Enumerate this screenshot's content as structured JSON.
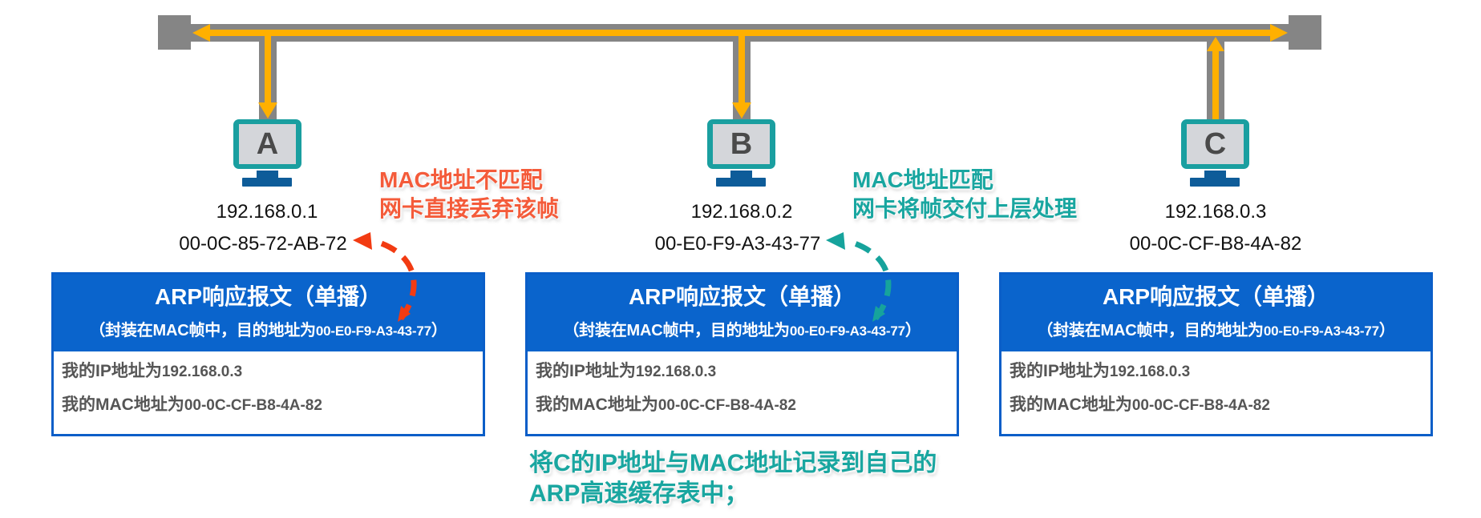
{
  "colors": {
    "bus_gray": "#858585",
    "signal_orange": "#ffb000",
    "monitor_teal": "#1a9fa0",
    "screen_gray": "#d4d6da",
    "stand_blue": "#0e5c99",
    "box_blue": "#0a64cc",
    "mismatch_red": "#f45b3a",
    "match_teal": "#19a6a0"
  },
  "hosts": [
    {
      "letter": "A",
      "ip": "192.168.0.1",
      "mac": "00-0C-85-72-AB-72"
    },
    {
      "letter": "B",
      "ip": "192.168.0.2",
      "mac": "00-E0-F9-A3-43-77"
    },
    {
      "letter": "C",
      "ip": "192.168.0.3",
      "mac": "00-0C-CF-B8-4A-82"
    }
  ],
  "annotations": {
    "mismatch": {
      "line1": "MAC地址不匹配",
      "line2": "网卡直接丢弃该帧"
    },
    "match": {
      "line1": "MAC地址匹配",
      "line2": "网卡将帧交付上层处理"
    }
  },
  "packets": [
    {
      "title": "ARP响应报文（单播）",
      "subtitle_prefix": "（封装在MAC帧中，目的地址为",
      "subtitle_value": "00-E0-F9-A3-43-77",
      "subtitle_suffix": "）",
      "ip_label": "我的IP地址为",
      "ip_value": "192.168.0.3",
      "mac_label": "我的MAC地址为",
      "mac_value": "00-0C-CF-B8-4A-82"
    },
    {
      "title": "ARP响应报文（单播）",
      "subtitle_prefix": "（封装在MAC帧中，目的地址为",
      "subtitle_value": "00-E0-F9-A3-43-77",
      "subtitle_suffix": "）",
      "ip_label": "我的IP地址为",
      "ip_value": "192.168.0.3",
      "mac_label": "我的MAC地址为",
      "mac_value": "00-0C-CF-B8-4A-82"
    },
    {
      "title": "ARP响应报文（单播）",
      "subtitle_prefix": "（封装在MAC帧中，目的地址为",
      "subtitle_value": "00-E0-F9-A3-43-77",
      "subtitle_suffix": "）",
      "ip_label": "我的IP地址为",
      "ip_value": "192.168.0.3",
      "mac_label": "我的MAC地址为",
      "mac_value": "00-0C-CF-B8-4A-82"
    }
  ],
  "bottom_note": {
    "line1": "将C的IP地址与MAC地址记录到自己的",
    "line2": "ARP高速缓存表中；"
  }
}
